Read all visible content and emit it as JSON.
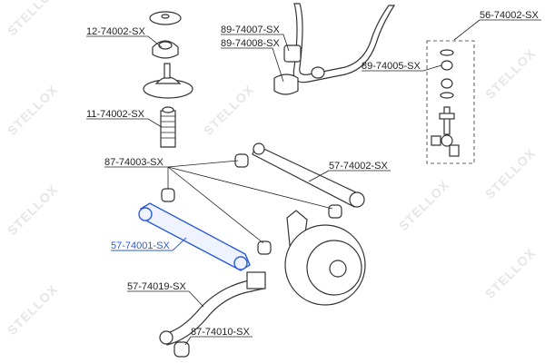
{
  "watermark": "STELLOX",
  "highlight_color": "#2a5bd7",
  "labels": {
    "strut_mount": "12-74002-SX",
    "stab_bushing_1": "89-74007-SX",
    "stab_bushing_2": "89-74008-SX",
    "stab_link": "56-74002-SX",
    "stab_link_bushing": "89-74005-SX",
    "dust_boot": "11-74002-SX",
    "arm_bushings": "87-74003-SX",
    "upper_arm": "57-74002-SX",
    "lower_arm_selected": "57-74001-SX",
    "trailing_arm": "57-74019-SX",
    "trailing_bushing": "87-74010-SX"
  }
}
